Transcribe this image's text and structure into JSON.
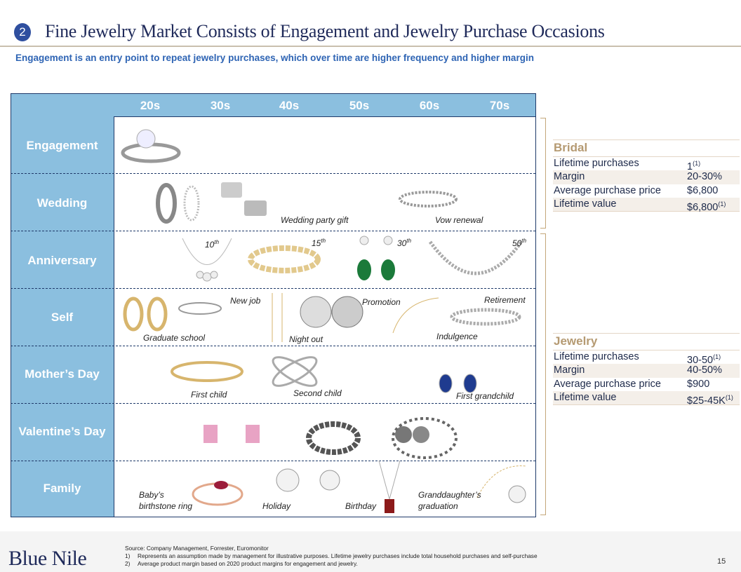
{
  "header": {
    "badge": "2",
    "title": "Fine Jewelry Market Consists of Engagement and Jewelry Purchase Occasions",
    "subtitle": "Engagement is an entry point to repeat jewelry purchases, which over time are higher frequency and higher margin"
  },
  "ages": [
    "20s",
    "30s",
    "40s",
    "50s",
    "60s",
    "70s"
  ],
  "rows": [
    "Engagement",
    "Wedding",
    "Anniversary",
    "Self",
    "Mother’s Day",
    "Valentine’s Day",
    "Family"
  ],
  "captions": {
    "wedding_party_gift": "Wedding party gift",
    "vow_renewal": "Vow renewal",
    "a10": "10",
    "a15": "15",
    "a30": "30",
    "a50": "50",
    "th": "th",
    "new_job": "New job",
    "promotion": "Promotion",
    "retirement": "Retirement",
    "graduate_school": "Graduate school",
    "night_out": "Night out",
    "indulgence": "Indulgence",
    "first_child": "First child",
    "second_child": "Second child",
    "first_grandchild": "First grandchild",
    "babys": "Baby’s",
    "birthstone_ring": "birthstone ring",
    "holiday": "Holiday",
    "birthday": "Birthday",
    "granddaughters": "Granddaughter’s",
    "graduation": "graduation"
  },
  "bridal": {
    "title": "Bridal",
    "rows": [
      {
        "label": "Lifetime purchases",
        "value": "1",
        "note": "(1)"
      },
      {
        "label": "Margin",
        "value": "20-30%",
        "note": ""
      },
      {
        "label": "Average purchase price",
        "value": "$6,800",
        "note": ""
      },
      {
        "label": "Lifetime value",
        "value": "$6,800",
        "note": "(1)"
      }
    ]
  },
  "jewelry": {
    "title": "Jewelry",
    "rows": [
      {
        "label": "Lifetime purchases",
        "value": "30-50",
        "note": "(1)"
      },
      {
        "label": "Margin",
        "value": "40-50%",
        "note": ""
      },
      {
        "label": "Average purchase price",
        "value": "$900",
        "note": ""
      },
      {
        "label": "Lifetime value",
        "value": "$25-45K",
        "note": "(1)"
      }
    ]
  },
  "footer": {
    "logo": "Blue Nile",
    "source": "Source: Company Management, Forrester, Euromonitor",
    "notes": [
      {
        "n": "1)",
        "t": "Represents an assumption made by management for illustrative purposes.  Lifetime jewelry purchases include total household purchases and self-purchase"
      },
      {
        "n": "2)",
        "t": "Average product margin based on 2020 product margins for engagement and jewelry."
      }
    ],
    "page": "15"
  },
  "colors": {
    "navy": "#1f2a5a",
    "blue": "#2e64b4",
    "header_blue": "#8bbfdf",
    "gold": "#b59a72"
  }
}
